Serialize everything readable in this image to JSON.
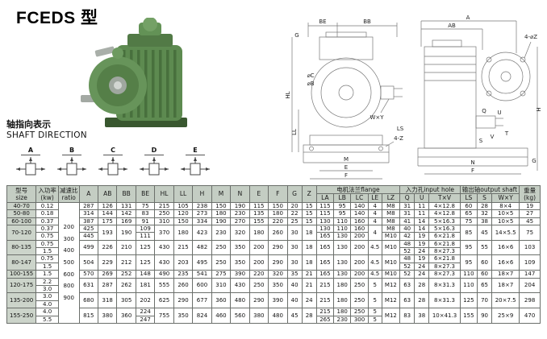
{
  "title": "FCEDS 型",
  "shaft_direction": {
    "cn": "轴指向表示",
    "en": "SHAFT DIRECTION"
  },
  "direction_diagrams": [
    "A",
    "B",
    "C",
    "D",
    "E"
  ],
  "colors": {
    "header_bg": "#c4cdc3",
    "size_col_bg": "#ccd4ca",
    "gear_green": "#5d8a50",
    "border": "#6b6f6b"
  },
  "drawings": {
    "front": {
      "be": "BE",
      "bb": "BB",
      "g": "G",
      "dc": "⌀C",
      "db": "⌀B",
      "hl": "HL",
      "ll": "LL",
      "m": "M",
      "e": "E",
      "f": "F",
      "wy": "W×Y",
      "ls": "LS",
      "z4": "4-Z"
    },
    "side": {
      "a": "A",
      "ab": "AB",
      "z4": "4-⌀Z",
      "h": "H",
      "q": "Q",
      "u": "U",
      "t": "T",
      "v": "V",
      "s": "S",
      "n": "N",
      "g": "G",
      "f": "F"
    }
  },
  "table": {
    "header_row1": [
      {
        "t": "型号\nsize",
        "rs": 2
      },
      {
        "t": "入功率\n(kw)",
        "rs": 2
      },
      {
        "t": "减速比\nratio",
        "rs": 2
      },
      {
        "t": "A",
        "rs": 2
      },
      {
        "t": "AB",
        "rs": 2
      },
      {
        "t": "BB",
        "rs": 2
      },
      {
        "t": "BE",
        "rs": 2
      },
      {
        "t": "HL",
        "rs": 2
      },
      {
        "t": "LL",
        "rs": 2
      },
      {
        "t": "H",
        "rs": 2
      },
      {
        "t": "M",
        "rs": 2
      },
      {
        "t": "N",
        "rs": 2
      },
      {
        "t": "E",
        "rs": 2
      },
      {
        "t": "F",
        "rs": 2
      },
      {
        "t": "G",
        "rs": 2
      },
      {
        "t": "Z",
        "rs": 2
      },
      {
        "t": "电机法兰flange",
        "cs": 5
      },
      {
        "t": "入力孔input hole",
        "cs": 3
      },
      {
        "t": "输出轴output shaft",
        "cs": 3
      },
      {
        "t": "重量\n(kg)",
        "rs": 2
      }
    ],
    "header_row2": [
      "LA",
      "LB",
      "LC",
      "LE",
      "LZ",
      "Q",
      "U",
      "T×V",
      "LS",
      "S",
      "W×Y"
    ],
    "rows": [
      [
        "40-70",
        "0.12",
        {
          "t": "200\n300\n400\n500\n600\n800\n900",
          "rs": 16,
          "cls": "ratio-cell"
        },
        "287",
        "126",
        "131",
        "75",
        "215",
        "105",
        "238",
        "150",
        "190",
        "115",
        "150",
        "20",
        "15",
        "115",
        "95",
        "140",
        "4",
        "M8",
        "31",
        "11",
        "4×12.8",
        "60",
        "28",
        "8×4",
        "19"
      ],
      [
        "50-80",
        "0.18",
        "314",
        "144",
        "142",
        "83",
        "250",
        "120",
        "273",
        "180",
        "230",
        "135",
        "180",
        "22",
        "15",
        "115",
        "95",
        "140",
        "4",
        "M8",
        "31",
        "11",
        "4×12.8",
        "65",
        "32",
        "10×5",
        "27"
      ],
      [
        "60-100",
        "0.37",
        "387",
        "175",
        "169",
        "91",
        "310",
        "150",
        "334",
        "190",
        "270",
        "155",
        "220",
        "25",
        "15",
        "130",
        "110",
        "160",
        "4",
        "M8",
        "41",
        "14",
        "5×16.3",
        "75",
        "38",
        "10×5",
        "45"
      ],
      [
        {
          "t": "70-120",
          "rs": 2
        },
        "0.37",
        "425",
        {
          "t": "193",
          "rs": 2
        },
        {
          "t": "190",
          "rs": 2
        },
        "109",
        {
          "t": "370",
          "rs": 2
        },
        {
          "t": "180",
          "rs": 2
        },
        {
          "t": "423",
          "rs": 2
        },
        {
          "t": "230",
          "rs": 2
        },
        {
          "t": "320",
          "rs": 2
        },
        {
          "t": "180",
          "rs": 2
        },
        {
          "t": "260",
          "rs": 2
        },
        {
          "t": "30",
          "rs": 2
        },
        {
          "t": "18",
          "rs": 2
        },
        "130",
        "110",
        "160",
        {
          "t": "4",
          "rs": 2
        },
        "M8",
        "40",
        "14",
        "5×16.3",
        {
          "t": "85",
          "rs": 2
        },
        {
          "t": "45",
          "rs": 2
        },
        {
          "t": "14×5.5",
          "rs": 2
        },
        {
          "t": "75",
          "rs": 2
        }
      ],
      [
        "0.75",
        "445",
        "111",
        "165",
        "130",
        "200",
        "M10",
        "42",
        "19",
        "6×21.8"
      ],
      [
        {
          "t": "80-135",
          "rs": 2
        },
        "0.75",
        {
          "t": "499",
          "rs": 2
        },
        {
          "t": "226",
          "rs": 2
        },
        {
          "t": "210",
          "rs": 2
        },
        {
          "t": "125",
          "rs": 2
        },
        {
          "t": "430",
          "rs": 2
        },
        {
          "t": "215",
          "rs": 2
        },
        {
          "t": "482",
          "rs": 2
        },
        {
          "t": "250",
          "rs": 2
        },
        {
          "t": "350",
          "rs": 2
        },
        {
          "t": "200",
          "rs": 2
        },
        {
          "t": "290",
          "rs": 2
        },
        {
          "t": "30",
          "rs": 2
        },
        {
          "t": "18",
          "rs": 2
        },
        {
          "t": "165",
          "rs": 2
        },
        {
          "t": "130",
          "rs": 2
        },
        {
          "t": "200",
          "rs": 2
        },
        {
          "t": "4.5",
          "rs": 2
        },
        {
          "t": "M10",
          "rs": 2
        },
        "48",
        "19",
        "6×21.8",
        {
          "t": "95",
          "rs": 2
        },
        {
          "t": "55",
          "rs": 2
        },
        {
          "t": "16×6",
          "rs": 2
        },
        {
          "t": "103",
          "rs": 2
        }
      ],
      [
        "1.5",
        "52",
        "24",
        "8×27.3"
      ],
      [
        {
          "t": "80-147",
          "rs": 2
        },
        "0.75",
        {
          "t": "504",
          "rs": 2
        },
        {
          "t": "229",
          "rs": 2
        },
        {
          "t": "212",
          "rs": 2
        },
        {
          "t": "125",
          "rs": 2
        },
        {
          "t": "430",
          "rs": 2
        },
        {
          "t": "203",
          "rs": 2
        },
        {
          "t": "495",
          "rs": 2
        },
        {
          "t": "250",
          "rs": 2
        },
        {
          "t": "350",
          "rs": 2
        },
        {
          "t": "200",
          "rs": 2
        },
        {
          "t": "290",
          "rs": 2
        },
        {
          "t": "30",
          "rs": 2
        },
        {
          "t": "18",
          "rs": 2
        },
        {
          "t": "165",
          "rs": 2
        },
        {
          "t": "130",
          "rs": 2
        },
        {
          "t": "200",
          "rs": 2
        },
        {
          "t": "4.5",
          "rs": 2
        },
        {
          "t": "M10",
          "rs": 2
        },
        "48",
        "19",
        "6×21.8",
        {
          "t": "95",
          "rs": 2
        },
        {
          "t": "60",
          "rs": 2
        },
        {
          "t": "16×6",
          "rs": 2
        },
        {
          "t": "109",
          "rs": 2
        }
      ],
      [
        "1.5",
        "52",
        "24",
        "8×27.3"
      ],
      [
        "100-155",
        "1.5",
        "570",
        "269",
        "252",
        "148",
        "490",
        "235",
        "541",
        "275",
        "390",
        "220",
        "320",
        "35",
        "21",
        "165",
        "130",
        "200",
        "4.5",
        "M10",
        "52",
        "24",
        "8×27.3",
        "110",
        "60",
        "18×7",
        "147"
      ],
      [
        {
          "t": "120-175",
          "rs": 2
        },
        "2.2",
        {
          "t": "631",
          "rs": 2
        },
        {
          "t": "287",
          "rs": 2
        },
        {
          "t": "262",
          "rs": 2
        },
        {
          "t": "181",
          "rs": 2
        },
        {
          "t": "555",
          "rs": 2
        },
        {
          "t": "260",
          "rs": 2
        },
        {
          "t": "600",
          "rs": 2
        },
        {
          "t": "310",
          "rs": 2
        },
        {
          "t": "430",
          "rs": 2
        },
        {
          "t": "250",
          "rs": 2
        },
        {
          "t": "350",
          "rs": 2
        },
        {
          "t": "40",
          "rs": 2
        },
        {
          "t": "21",
          "rs": 2
        },
        {
          "t": "215",
          "rs": 2
        },
        {
          "t": "180",
          "rs": 2
        },
        {
          "t": "250",
          "rs": 2
        },
        {
          "t": "5",
          "rs": 2
        },
        {
          "t": "M12",
          "rs": 2
        },
        {
          "t": "63",
          "rs": 2
        },
        {
          "t": "28",
          "rs": 2
        },
        {
          "t": "8×31.3",
          "rs": 2
        },
        {
          "t": "110",
          "rs": 2
        },
        {
          "t": "65",
          "rs": 2
        },
        {
          "t": "18×7",
          "rs": 2
        },
        {
          "t": "204",
          "rs": 2
        }
      ],
      [
        "3.0"
      ],
      [
        {
          "t": "135-200",
          "rs": 2
        },
        "3.0",
        {
          "t": "680",
          "rs": 2
        },
        {
          "t": "318",
          "rs": 2
        },
        {
          "t": "305",
          "rs": 2
        },
        {
          "t": "202",
          "rs": 2
        },
        {
          "t": "625",
          "rs": 2
        },
        {
          "t": "290",
          "rs": 2
        },
        {
          "t": "677",
          "rs": 2
        },
        {
          "t": "360",
          "rs": 2
        },
        {
          "t": "480",
          "rs": 2
        },
        {
          "t": "290",
          "rs": 2
        },
        {
          "t": "390",
          "rs": 2
        },
        {
          "t": "40",
          "rs": 2
        },
        {
          "t": "24",
          "rs": 2
        },
        {
          "t": "215",
          "rs": 2
        },
        {
          "t": "180",
          "rs": 2
        },
        {
          "t": "250",
          "rs": 2
        },
        {
          "t": "5",
          "rs": 2
        },
        {
          "t": "M12",
          "rs": 2
        },
        {
          "t": "63",
          "rs": 2
        },
        {
          "t": "28",
          "rs": 2
        },
        {
          "t": "8×31.3",
          "rs": 2
        },
        {
          "t": "125",
          "rs": 2
        },
        {
          "t": "70",
          "rs": 2
        },
        {
          "t": "20×7.5",
          "rs": 2
        },
        {
          "t": "298",
          "rs": 2
        }
      ],
      [
        "4.0"
      ],
      [
        {
          "t": "155-250",
          "rs": 2
        },
        "4.0",
        {
          "t": "815",
          "rs": 2
        },
        {
          "t": "380",
          "rs": 2
        },
        {
          "t": "360",
          "rs": 2
        },
        "224",
        {
          "t": "755",
          "rs": 2
        },
        {
          "t": "350",
          "rs": 2
        },
        {
          "t": "824",
          "rs": 2
        },
        {
          "t": "460",
          "rs": 2
        },
        {
          "t": "560",
          "rs": 2
        },
        {
          "t": "380",
          "rs": 2
        },
        {
          "t": "480",
          "rs": 2
        },
        {
          "t": "45",
          "rs": 2
        },
        {
          "t": "28",
          "rs": 2
        },
        "215",
        "180",
        "250",
        "5",
        {
          "t": "M12",
          "rs": 2
        },
        {
          "t": "83",
          "rs": 2
        },
        {
          "t": "38",
          "rs": 2
        },
        {
          "t": "10×41.3",
          "rs": 2
        },
        {
          "t": "155",
          "rs": 2
        },
        {
          "t": "90",
          "rs": 2
        },
        {
          "t": "25×9",
          "rs": 2
        },
        {
          "t": "470",
          "rs": 2
        }
      ],
      [
        "5.5",
        "247",
        "265",
        "230",
        "300",
        "5"
      ]
    ]
  }
}
